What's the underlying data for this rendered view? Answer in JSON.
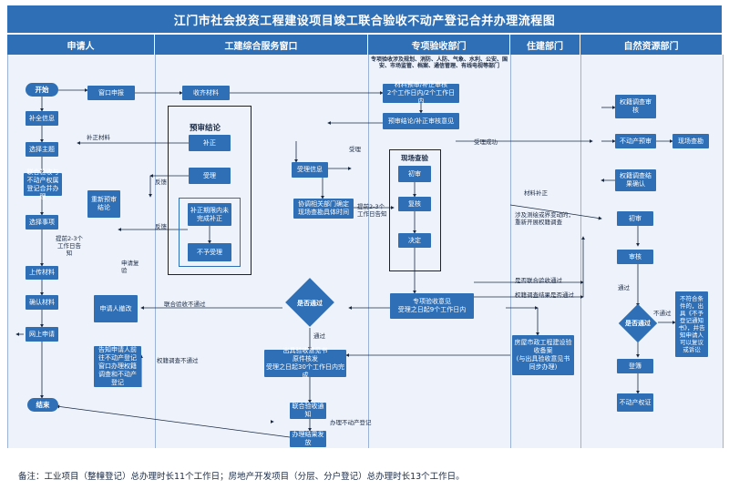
{
  "title": "江门市社会投资工程建设项目竣工联合验收不动产登记合并办理流程图",
  "lanes": [
    "申请人",
    "工建综合服务窗口",
    "专项验收部门",
    "住建部门",
    "自然资源部门"
  ],
  "nodes": {
    "start": "开始",
    "supplement_info": "补全信息",
    "select_topic": "选择主题",
    "joint_apply": "联合验收与不动产权属登记合并办理",
    "select_item": "选择事项",
    "upload": "上传材料",
    "confirm": "确认材料",
    "online_apply": "网上申请",
    "end": "结束",
    "re_verify": "重新预审结论",
    "window_apply": "窗口申报",
    "receive": "收齐材料",
    "prereview_title": "预审结论",
    "supplement": "补正",
    "accept": "受理",
    "not_done_in_time": "补正期限内未完成补正",
    "reject": "不予受理",
    "applicant_withdraw": "申请人撤改",
    "inform_applicant": "告知申请人前往不动产登记窗口办理权籍调查和不动产登记",
    "accept_info": "受理信息",
    "coordinate": "协调相关部门确定现场查勘具体时间",
    "joint_pass": "是否通过",
    "issue_opinion": "出具验收意见书",
    "issue_opinion_sub": "原件核发",
    "issue_opinion_time": "受理之日起30个工作日内完成",
    "joint_notice": "联合验收通知",
    "handle_result": "办理结果发放",
    "special_scope": "专项验收涉及规划、消防、人防、气象、水利、公安、国安、市场监管、档案、通信管理、有线电视等部门",
    "material_review": "材料预审/补正审核",
    "material_review_time": "2个工作日内/2个工作日内",
    "prereview_opinion": "预审结论/补正审核意见",
    "site_title": "现场查验",
    "first_review": "初审",
    "recheck": "复核",
    "decision": "决定",
    "special_opinion": "专项验收意见",
    "special_opinion_time": "受理之日起9个工作日内",
    "housing_record": "房屋市政工程建设验收备案",
    "housing_record_sub": "(与出具验收意见书同步办理)",
    "land_check": "权籍调查审核",
    "not_prereview": "不动产预审",
    "site_inspect": "现场查勘",
    "land_confirm": "权籍调查结果确认",
    "initial": "初审",
    "audit": "审核",
    "pass_q": "是否通过",
    "register": "登簿",
    "certificate": "不动产权证",
    "no_register": "不符合条件的，出具《不予登记通知书》，并告知申请人可以复议或诉讼"
  },
  "labels": {
    "supp_material": "补正材料",
    "feedback1": "反馈",
    "feedback2": "反馈",
    "accept_lbl": "受理",
    "accept_success": "受理成功",
    "extend": "提前2-3个工作日告知",
    "extend2": "提前2-3个工作日告知",
    "apply_recheck": "申请复验",
    "joint_fail": "联合验收不通过",
    "land_fail": "权籍调查不通过",
    "pass1": "通过",
    "pass2": "通过",
    "fail": "不通过",
    "material_supp2": "材料补正",
    "land_change": "涉及测绘或界变动的，重新开展权籍调查",
    "joint_pass_lbl": "是否联合验收通过",
    "land_result_pass": "权籍调查结果是否通过",
    "handle_register": "办理不动产登记"
  },
  "footer": "备注：工业项目（整幢登记）总办理时长11个工作日；房地产开发项目（分层、分户登记）总办理时长13个工作日。"
}
